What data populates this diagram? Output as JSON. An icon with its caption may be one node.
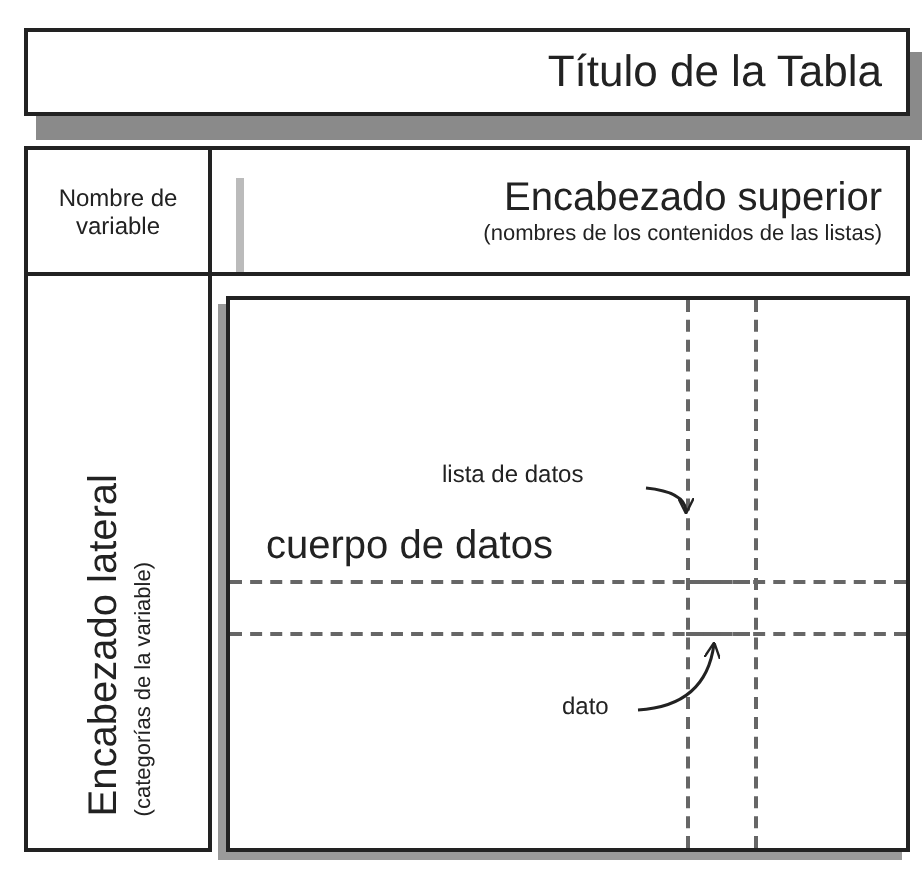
{
  "diagram": {
    "nodes": [
      {
        "text": [
          "Título de la Tabla"
        ]
      },
      {
        "text": [
          "Nombre de variable"
        ]
      },
      {
        "text": [
          "Encabezado superior",
          "(nombres de los contenidos de las listas)"
        ]
      },
      {
        "text": [
          "Encabezado lateral",
          "(categorías de la variable)"
        ]
      },
      {
        "text": [
          "cuerpo de datos"
        ]
      },
      {
        "text": [
          "lista de datos"
        ],
        "in": 4
      },
      {
        "text": [],
        "shape": "box",
        "in": 4
      },
      {
        "text": [
          "dato"
        ],
        "in": 4
      },
      {
        "text": [],
        "shape": "box",
        "in": 6
      }
    ],
    "edges": [
      {
        "from": 5,
        "to": 6,
        "arrow": "to"
      },
      {
        "from": 7,
        "to": 8,
        "arrow": "to"
      }
    ]
  }
}
